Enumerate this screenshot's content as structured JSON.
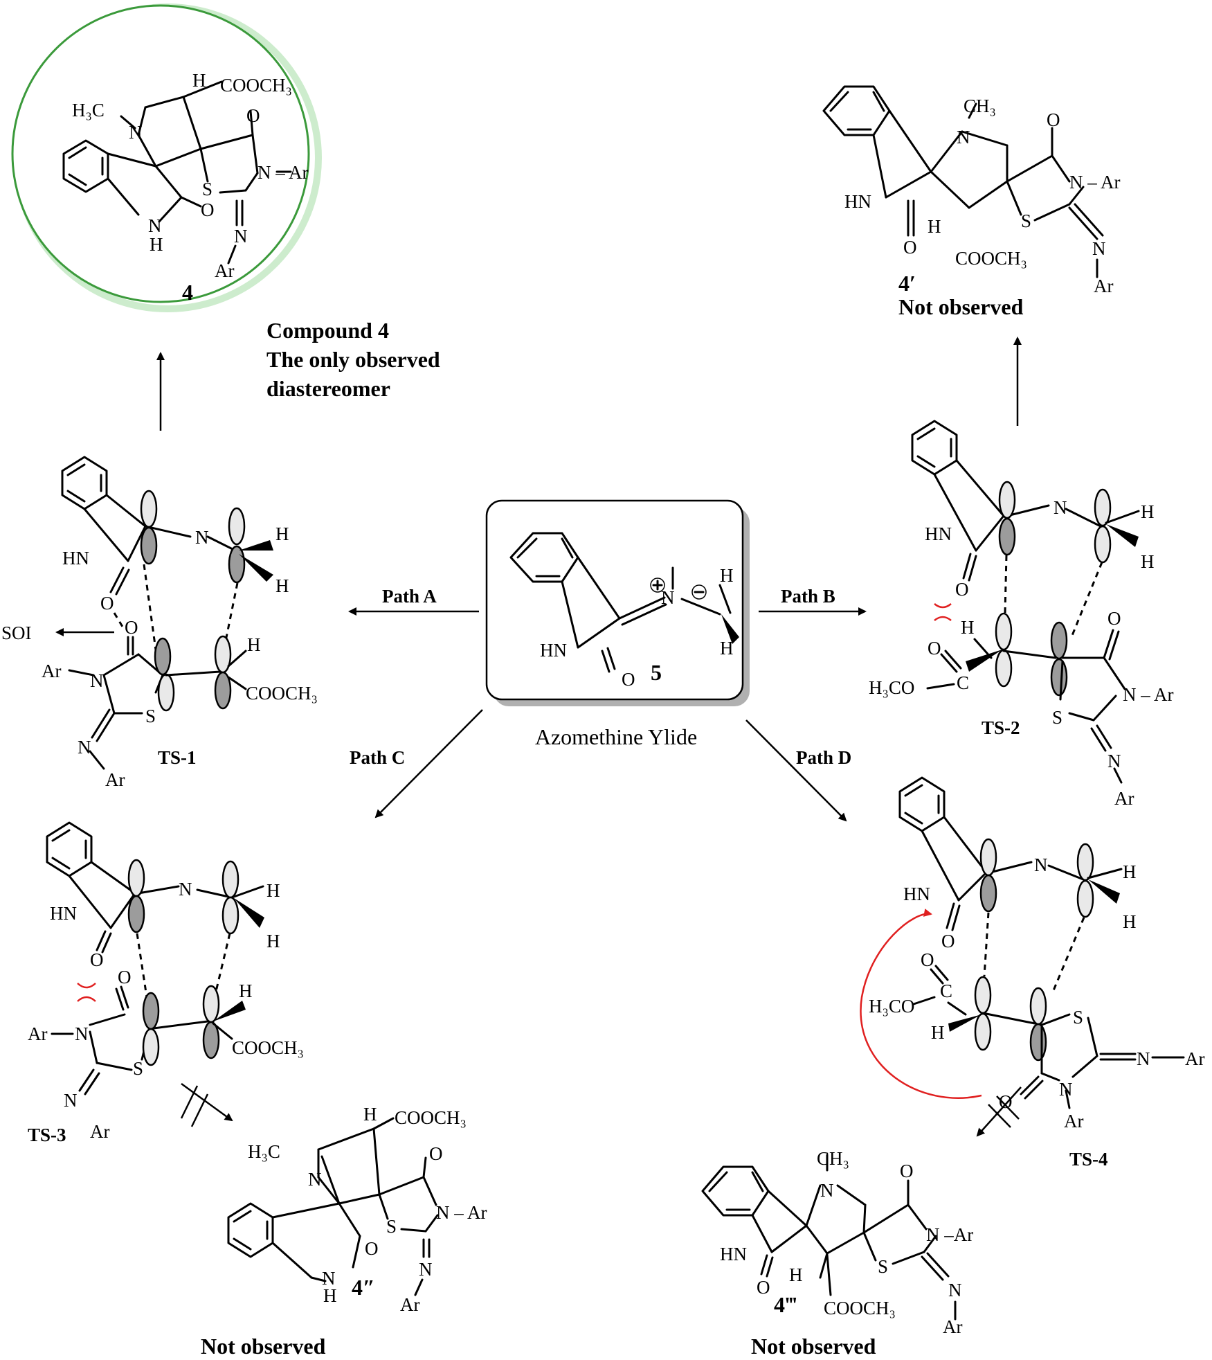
{
  "compound4": {
    "label": "4",
    "caption_lines": [
      "Compound 4",
      "The only observed",
      "diastereomer"
    ]
  },
  "compound4p": {
    "label": "4′",
    "status": "Not observed"
  },
  "compound4pp": {
    "label": "4″",
    "status": "Not observed"
  },
  "compound4ppp": {
    "label": "4‴",
    "status": "Not observed"
  },
  "ylide": {
    "label": "5",
    "name": "Azomethine Ylide"
  },
  "paths": {
    "a": "Path A",
    "b": "Path B",
    "c": "Path C",
    "d": "Path D"
  },
  "ts": {
    "ts1": "TS-1",
    "ts2": "TS-2",
    "ts3": "TS-3",
    "ts4": "TS-4"
  },
  "soi": "SOI",
  "atoms": {
    "h3c_n": "H₃C",
    "ch3": "CH₃",
    "cooch3": "COOCH₃",
    "h3co": "H₃CO",
    "n": "N",
    "s": "S",
    "o": "O",
    "h": "H",
    "hn": "HN",
    "ar": "Ar",
    "c": "C",
    "n_ar": "N – Ar",
    "ar_n": "Ar – N",
    "n_ar2": "N –Ar"
  },
  "colors": {
    "highlight_circle": "#3b9a3b",
    "steric_clash": "#e02020",
    "box_shadow": "#b0b0b0"
  }
}
